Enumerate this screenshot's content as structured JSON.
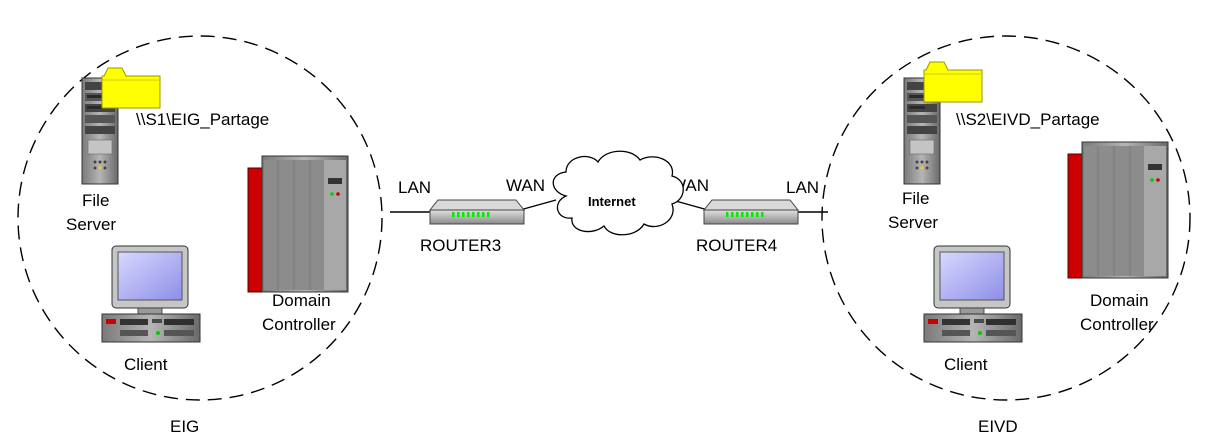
{
  "sites": [
    {
      "name": "EIG",
      "share_path": "\\\\S1\\EIG_Partage",
      "file_server_line1": "File",
      "file_server_line2": "Server",
      "client_label": "Client",
      "dc_line1": "Domain",
      "dc_line2": "Controller",
      "lan_label": "LAN"
    },
    {
      "name": "EIVD",
      "share_path": "\\\\S2\\EIVD_Partage",
      "file_server_line1": "File",
      "file_server_line2": "Server",
      "client_label": "Client",
      "dc_line1": "Domain",
      "dc_line2": "Controller",
      "lan_label": "LAN"
    }
  ],
  "routers": [
    {
      "name": "ROUTER3",
      "wan_label": "WAN"
    },
    {
      "name": "ROUTER4",
      "wan_label": "WAN"
    }
  ],
  "cloud_label": "Internet",
  "colors": {
    "folder": "#ffff00",
    "dc_accent": "#cc0000",
    "server_body": "#9a9a9a",
    "screen": "#b8b8ff",
    "router_led": "#00ff00"
  }
}
